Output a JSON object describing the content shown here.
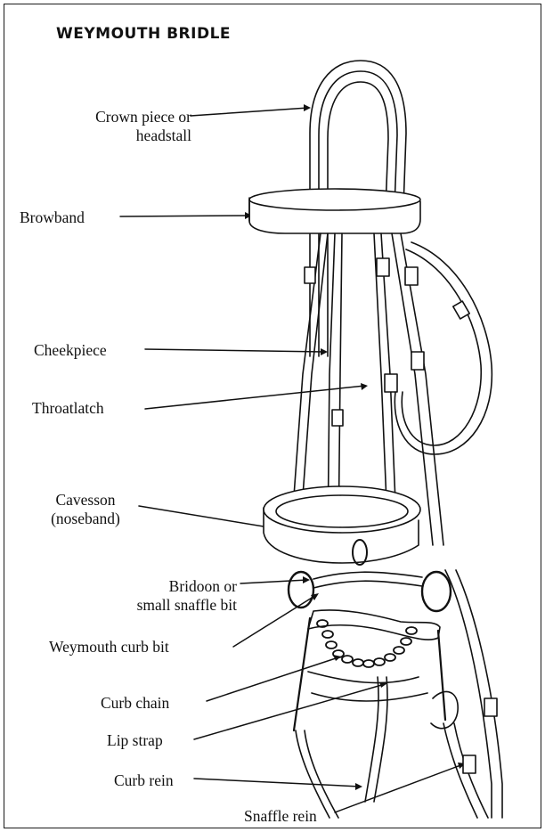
{
  "title": "WEYMOUTH BRIDLE",
  "labels": {
    "crown_piece": [
      "Crown piece or",
      "headstall"
    ],
    "browband": "Browband",
    "cheekpiece": "Cheekpiece",
    "throatlatch": "Throatlatch",
    "cavesson": [
      "Cavesson",
      "(noseband)"
    ],
    "bridoon": [
      "Bridoon or",
      "small snaffle bit"
    ],
    "weymouth_curb_bit": "Weymouth curb bit",
    "curb_chain": "Curb chain",
    "lip_strap": "Lip strap",
    "curb_rein": "Curb rein",
    "snaffle_rein": "Snaffle rein"
  },
  "colors": {
    "ink": "#111111",
    "paper": "#ffffff"
  }
}
